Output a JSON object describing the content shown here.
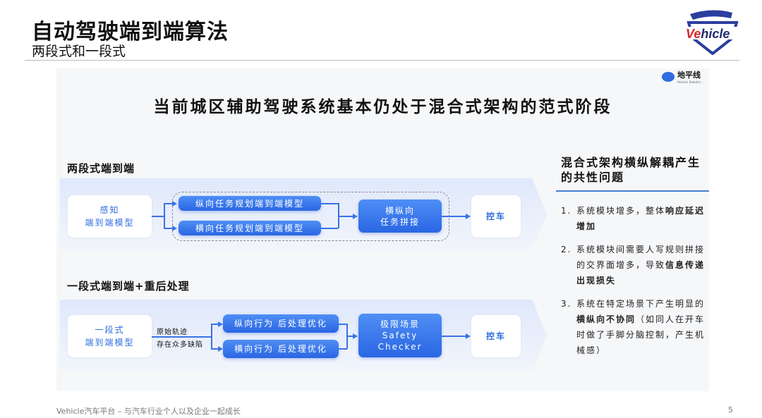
{
  "header": {
    "title": "自动驾驶端到端算法",
    "subtitle": "两段式和一段式",
    "logo_text": "Vehicle"
  },
  "slide": {
    "brand": {
      "name": "地平线",
      "sub": "Horizon Robotics"
    },
    "title": "当前城区辅助驾驶系统基本仍处于混合式架构的范式阶段",
    "two_stage": {
      "heading": "两段式端到端",
      "perception": [
        "感知",
        "端到端模型"
      ],
      "planning": [
        "纵向任务规划端到端模型",
        "横向任务规划端到端模型"
      ],
      "merge": [
        "横纵向",
        "任务拼接"
      ],
      "control": "控车"
    },
    "one_stage": {
      "heading": "一段式端到端+重后处理",
      "model": [
        "一段式",
        "端到端模型"
      ],
      "note": [
        "原始轨迹",
        "存在众多缺陷"
      ],
      "post": [
        "纵向行为 后处理优化",
        "横向行为 后处理优化"
      ],
      "checker": [
        "极限场景",
        "Safety",
        "Checker"
      ],
      "control": "控车"
    },
    "issues": {
      "title": "混合式架构横纵解耦产生的共性问题",
      "items": [
        {
          "num": "1.",
          "text": "系统模块增多，整体",
          "bold": "响应延迟增加",
          "after": ""
        },
        {
          "num": "2.",
          "text": "系统模块间需要人写规则拼接的交界面增多，导致",
          "bold": "信息传递出现损失",
          "after": ""
        },
        {
          "num": "3.",
          "text": "系统在特定场景下产生明显的",
          "bold": "横纵向不协同",
          "after": "（如同人在开车时做了手脚分脑控制，产生机械感）"
        }
      ]
    }
  },
  "footer": {
    "text": "Vehicle汽车平台 – 与汽车行业个人以及企业一起成长",
    "page": "5"
  }
}
